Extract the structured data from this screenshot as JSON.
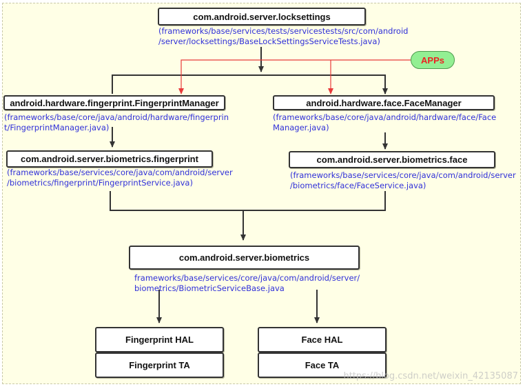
{
  "nodes": {
    "locksettings": {
      "label": "com.android.server.locksettings",
      "path": [
        "(frameworks/base/services/tests/servicestests/src/com/android",
        "/server/locksettings/BaseLockSettingsServiceTests.java)"
      ]
    },
    "fp_manager": {
      "label": "android.hardware.fingerprint.FingerprintManager",
      "path": [
        "(frameworks/base/core/java/android/hardware/fingerprin",
        "t/FingerprintManager.java)"
      ]
    },
    "face_manager": {
      "label": "android.hardware.face.FaceManager",
      "path": [
        "(frameworks/base/core/java/android/hardware/face/Face",
        "Manager.java)"
      ]
    },
    "fp_service": {
      "label": "com.android.server.biometrics.fingerprint",
      "path": [
        "(frameworks/base/services/core/java/com/android/server",
        "/biometrics/fingerprint/FingerprintService.java)"
      ]
    },
    "face_service": {
      "label": "com.android.server.biometrics.face",
      "path": [
        "(frameworks/base/services/core/java/com/android/server",
        "/biometrics/face/FaceService.java)"
      ]
    },
    "biometrics": {
      "label": "com.android.server.biometrics",
      "path": [
        "frameworks/base/services/core/java/com/android/server/",
        "biometrics/BiometricServiceBase.java"
      ]
    },
    "fp_hal": {
      "label": "Fingerprint HAL"
    },
    "fp_ta": {
      "label": "Fingerprint TA"
    },
    "face_hal": {
      "label": "Face HAL"
    },
    "face_ta": {
      "label": "Face TA"
    }
  },
  "apps": {
    "label": "APPs"
  },
  "watermark": "https://blog.csdn.net/weixin_42135087",
  "colors": {
    "background": "#ffffe6",
    "box_border": "#333333",
    "path_text": "#2f2fd8",
    "apps_fill": "#93ef93",
    "apps_text": "#ee2222",
    "red_arrow": "#e83a3a"
  }
}
